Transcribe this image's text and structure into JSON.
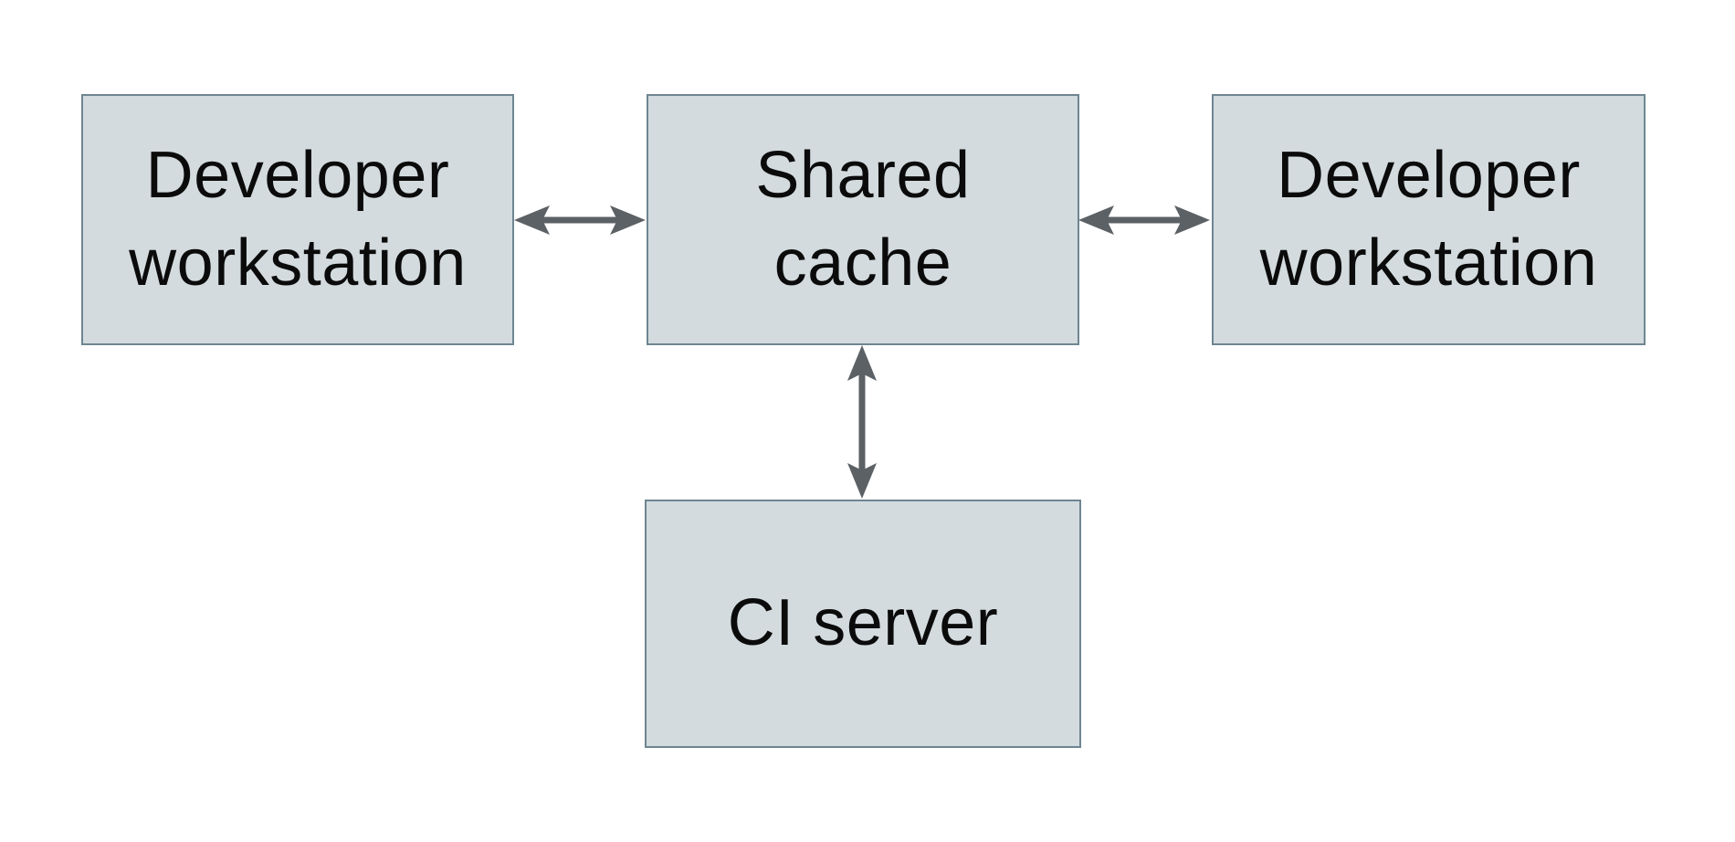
{
  "diagram": {
    "type": "architecture-diagram",
    "nodes": {
      "developer_left": {
        "label": "Developer\nworkstation"
      },
      "shared_cache": {
        "label": "Shared\ncache"
      },
      "developer_right": {
        "label": "Developer\nworkstation"
      },
      "ci_server": {
        "label": "CI server"
      }
    },
    "edges": [
      {
        "from": "developer_left",
        "to": "shared_cache",
        "direction": "bidirectional",
        "orientation": "horizontal"
      },
      {
        "from": "shared_cache",
        "to": "developer_right",
        "direction": "bidirectional",
        "orientation": "horizontal"
      },
      {
        "from": "shared_cache",
        "to": "ci_server",
        "direction": "bidirectional",
        "orientation": "vertical"
      }
    ],
    "colors": {
      "background": "#ffffff",
      "node_fill": "#d3dbde",
      "node_border": "#6e8691",
      "arrow": "#5c6165",
      "text": "#0b0b0b"
    }
  }
}
